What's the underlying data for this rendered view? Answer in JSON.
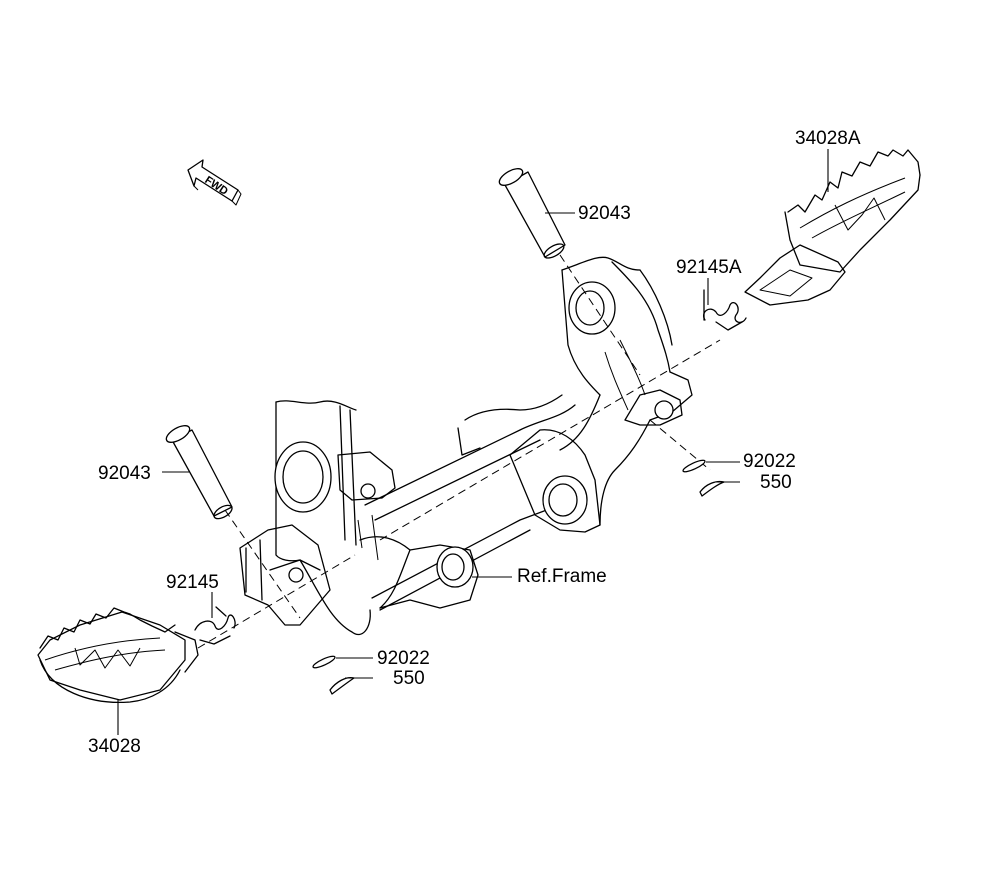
{
  "diagram": {
    "fwd_label": "FWD",
    "callouts": {
      "p34028A": "34028A",
      "p92043_upper": "92043",
      "p92145A": "92145A",
      "p92022_right": "92022",
      "p550_right": "550",
      "p92043_lower": "92043",
      "pRefFrame": "Ref.Frame",
      "p92145": "92145",
      "p92022_left": "92022",
      "p550_left": "550",
      "p34028": "34028"
    }
  }
}
